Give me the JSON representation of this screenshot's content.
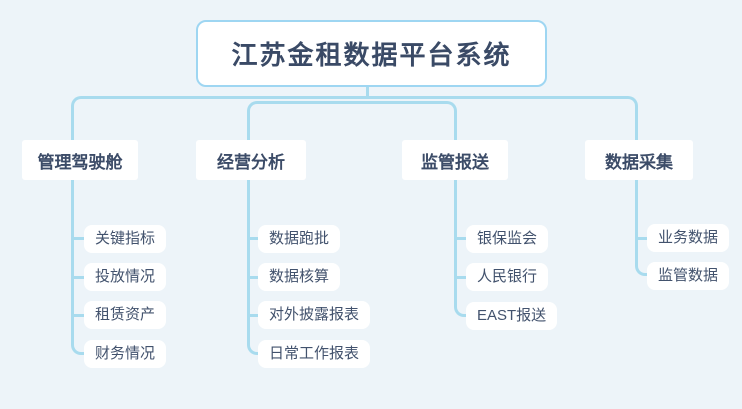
{
  "diagram": {
    "title": "江苏金租数据平台系统",
    "branches": [
      {
        "label": "管理驾驶舱",
        "children": [
          "关键指标",
          "投放情况",
          "租赁资产",
          "财务情况"
        ]
      },
      {
        "label": "经营分析",
        "children": [
          "数据跑批",
          "数据核算",
          "对外披露报表",
          "日常工作报表"
        ]
      },
      {
        "label": "监管报送",
        "children": [
          "银保监会",
          "人民银行",
          "EAST报送"
        ]
      },
      {
        "label": "数据采集",
        "children": [
          "业务数据",
          "监管数据"
        ]
      }
    ],
    "colors": {
      "background": "#edf4f9",
      "connector": "#a8dbee",
      "title_border": "#9ed6f2",
      "text": "#3a4a66"
    }
  }
}
